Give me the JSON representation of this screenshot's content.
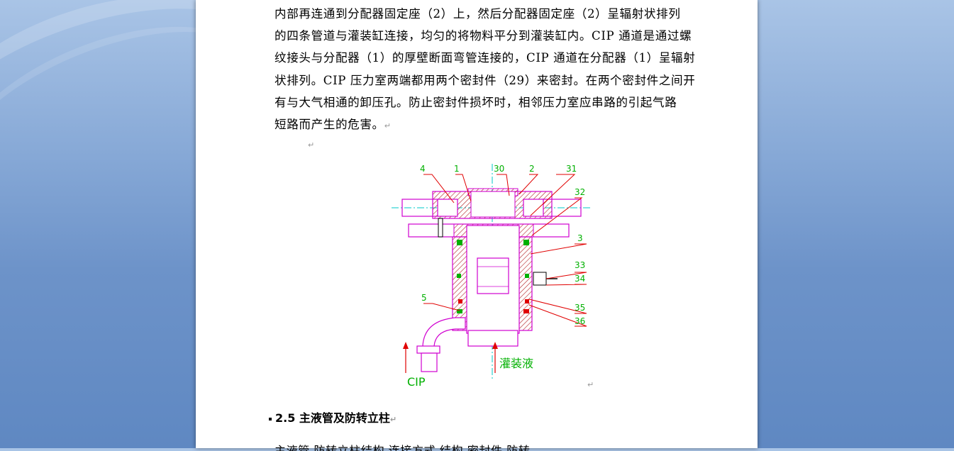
{
  "document": {
    "paragraph_lines": [
      "内部再连通到分配器固定座（2）上，然后分配器固定座（2）呈辐射状排列",
      "的四条管道与灌装缸连接，均匀的将物料平分到灌装缸内。CIP 通道是通过螺",
      "纹接头与分配器（1）的厚壁断面弯管连接的，CIP 通道在分配器（1）呈辐射",
      "状排列。CIP 压力室两端都用两个密封件（29）来密封。在两个密封件之间开",
      "有与大气相通的卸压孔。防止密封件损坏时，相邻压力室应串路的引起气路",
      "短路而产生的危害。"
    ],
    "paragraph_mark": "↵",
    "section_heading": "2.5 主液管及防转立柱",
    "cut_line_text": "主液管 防转立柱结构 连接方式 结构 密封件 防转"
  },
  "figure": {
    "part_labels": [
      "4",
      "1",
      "30",
      "2",
      "31",
      "32",
      "3",
      "33",
      "34",
      "35",
      "36",
      "5"
    ],
    "inlet_labels": {
      "cip": "CIP",
      "filling_liquid": "灌装液"
    }
  },
  "colors": {
    "magenta": "#d000d0",
    "red": "#e00000",
    "green": "#00b000",
    "cyan": "#00c8c8",
    "hatch": "#b22222"
  }
}
